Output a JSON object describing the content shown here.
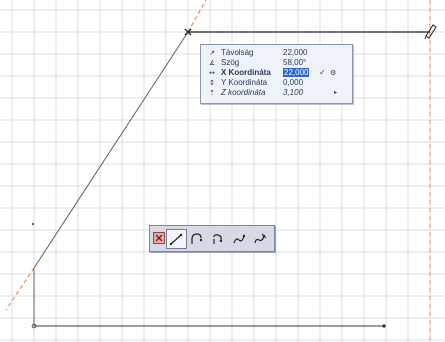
{
  "tracker": {
    "rows": [
      {
        "label": "Távolság",
        "value": "22,000",
        "icon": "distance-icon"
      },
      {
        "label": "Szög",
        "value": "58,00°",
        "icon": "angle-icon"
      },
      {
        "label": "X Koordináta",
        "value": "22,000",
        "icon": "x-coordinate-icon"
      },
      {
        "label": "Y Koordináta",
        "value": "0,000",
        "icon": "y-coordinate-icon"
      },
      {
        "label": "Z koordináta",
        "value": "3,100",
        "icon": "z-coordinate-icon"
      }
    ],
    "active_row": "X Koordináta",
    "confirm_icon": "checkmark-icon",
    "options_icon": "gear-icon",
    "more_icon": "triangle-right-icon"
  },
  "palette": {
    "close_icon": "close-icon",
    "tools": [
      {
        "name": "line-segment-icon",
        "active": true
      },
      {
        "name": "arc-segment-icon",
        "active": false
      },
      {
        "name": "tangent-arc-icon",
        "active": false
      },
      {
        "name": "spline-segment-icon",
        "active": false
      },
      {
        "name": "bezier-segment-icon",
        "active": false
      }
    ]
  },
  "colors": {
    "grid": "#dcdcdc",
    "line": "#2a2a2a",
    "guide": "#f08a4b",
    "highlight": "#2e63d9"
  }
}
